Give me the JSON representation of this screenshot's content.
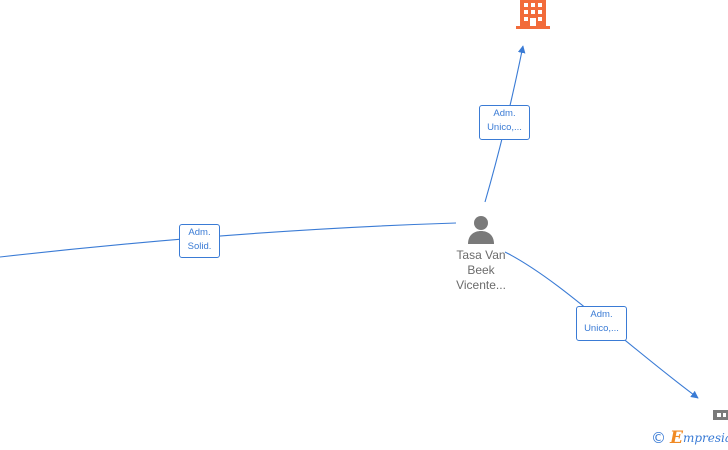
{
  "colors": {
    "edge": "#3a7bd5",
    "company": "#f26b3a",
    "person": "#7a7a7a",
    "label_text": "#3a7bd5"
  },
  "nodes": {
    "company_top": {
      "icon": "building-icon"
    },
    "person": {
      "icon": "person-icon",
      "name_lines": [
        "Tasa Van",
        "Beek",
        "Vicente..."
      ]
    },
    "company_bottom_right": {
      "icon": "small-building-icon"
    }
  },
  "edges": [
    {
      "id": "to-company-top",
      "label_lines": [
        "Adm.",
        "Unico,..."
      ]
    },
    {
      "id": "to-left",
      "label_lines": [
        "Adm.",
        "Solid."
      ]
    },
    {
      "id": "to-bottom-right",
      "label_lines": [
        "Adm.",
        "Unico,..."
      ]
    }
  ],
  "watermark": {
    "copyright": "©",
    "brand_initial": "E",
    "brand_rest": "mpresia"
  }
}
